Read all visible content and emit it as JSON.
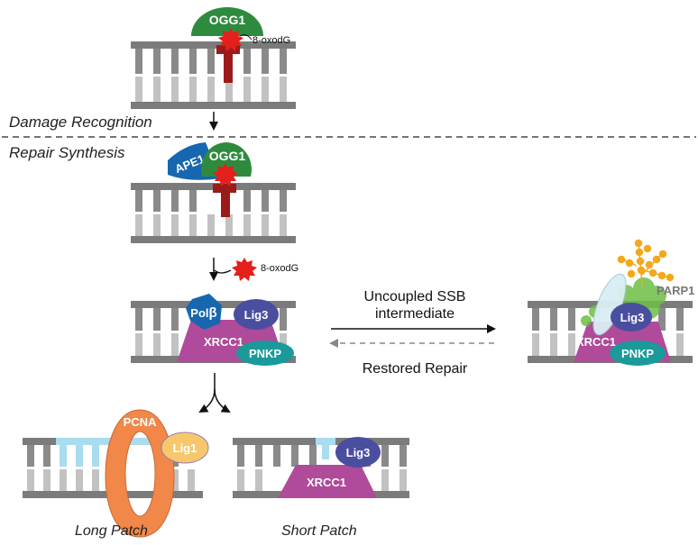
{
  "stages": {
    "damage_recognition": "Damage Recognition",
    "repair_synthesis": "Repair Synthesis"
  },
  "proteins": {
    "ogg1": "OGG1",
    "ape1": "APE1",
    "pol_beta_prefix": "Pol",
    "pol_beta_symbol": "β",
    "lig3": "Lig3",
    "xrcc1": "XRCC1",
    "pnkp": "PNKP",
    "parp1": "PARP1",
    "pcna": "PCNA",
    "lig1": "Lig1"
  },
  "lesion": {
    "label_top": "8-oxodG",
    "label_released": "8-oxodG"
  },
  "transitions": {
    "uncoupled_line1": "Uncoupled SSB",
    "uncoupled_line2": "intermediate",
    "restored": "Restored Repair"
  },
  "outcomes": {
    "long_patch": "Long Patch",
    "short_patch": "Short Patch"
  },
  "colors": {
    "dna_backbone": "#7b7b7b",
    "dna_teeth": "#b5b5b5",
    "dna_teeth_dark": "#8a8a8a",
    "ogg1": "#2e8b3e",
    "lesion": "#e3201b",
    "damaged_base": "#9b1b1b",
    "ape1": "#1667b0",
    "pol_beta": "#1667b0",
    "lig3": "#4a4e9f",
    "xrcc1": "#b04a9a",
    "pnkp": "#1b9a9a",
    "parp1": "#6dbe45",
    "par_chain": "#f3a81c",
    "pcna": "#f2874a",
    "lig1": "#f7c86b",
    "new_dna": "#a9dcef"
  }
}
